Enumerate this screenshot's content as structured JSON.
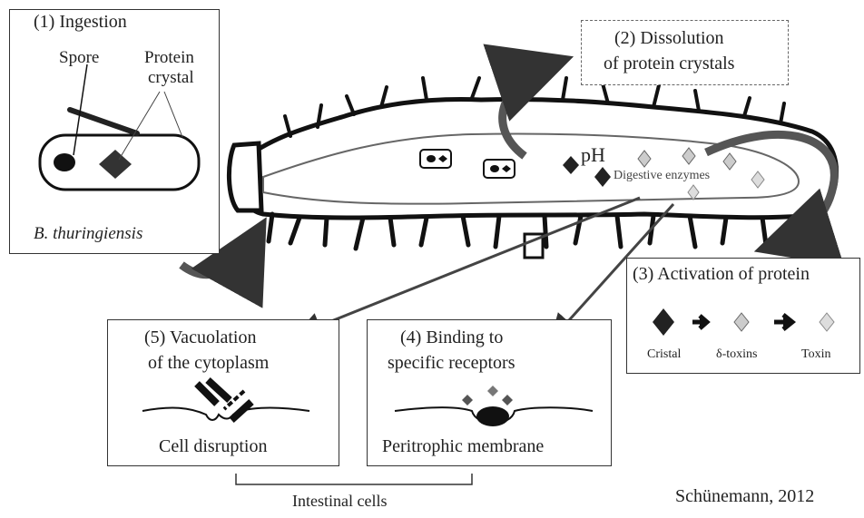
{
  "step1": {
    "title": "(1) Ingestion",
    "spore_label": "Spore",
    "crystal_label_1": "Protein",
    "crystal_label_2": "crystal",
    "organism": "B. thuringiensis"
  },
  "step2": {
    "title_line1": "(2) Dissolution",
    "title_line2": "of protein crystals"
  },
  "gut": {
    "ph_label": "pH",
    "enzymes_label": "Digestive enzymes"
  },
  "step3": {
    "title": "(3) Activation of protein",
    "labels": [
      "Cristal",
      "δ-toxins",
      "Toxin"
    ]
  },
  "step4": {
    "title_line1": "(4) Binding to",
    "title_line2": "specific receptors",
    "caption": "Peritrophic membrane"
  },
  "step5": {
    "title_line1": "(5) Vacuolation",
    "title_line2": "of the cytoplasm",
    "caption": "Cell disruption"
  },
  "group_label": "Intestinal cells",
  "credit": "Schünemann, 2012"
}
